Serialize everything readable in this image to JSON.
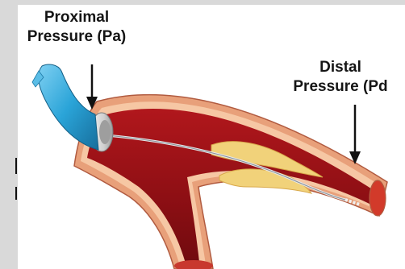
{
  "labels": {
    "proximal": [
      "Proximal",
      "Pressure (Pa)"
    ],
    "distal": [
      "Distal",
      "Pressure (Pd"
    ]
  },
  "colors": {
    "background": "#d9d9d9",
    "panel": "#ffffff",
    "vessel_wall_outer": "#e8a07a",
    "vessel_wall_inner": "#f6c7a4",
    "lumen": "#8e0f14",
    "plaque": "#f1d27a",
    "catheter": "#2aa4d8",
    "guide_ring": "#d6d6d6",
    "wire": "#cfd4d8",
    "arrow": "#111111"
  }
}
